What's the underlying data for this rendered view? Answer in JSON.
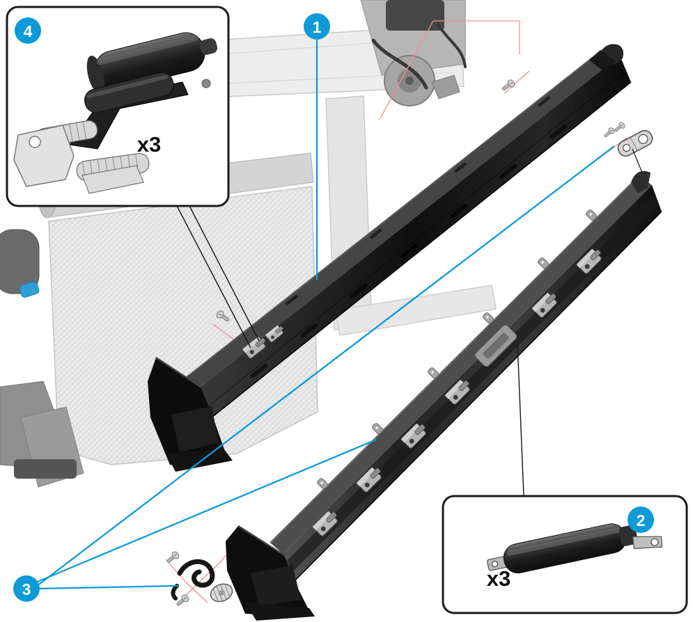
{
  "callouts": {
    "one": {
      "label": "1"
    },
    "two": {
      "label": "2"
    },
    "three": {
      "label": "3"
    },
    "four": {
      "label": "4"
    }
  },
  "insets": {
    "roller_assembly": {
      "quantity": "x3"
    },
    "damper": {
      "quantity": "x3"
    }
  },
  "colors": {
    "accent_blue": "#0e9ad6",
    "leader_red": "#ef8f8f",
    "ink_black": "#141414"
  }
}
